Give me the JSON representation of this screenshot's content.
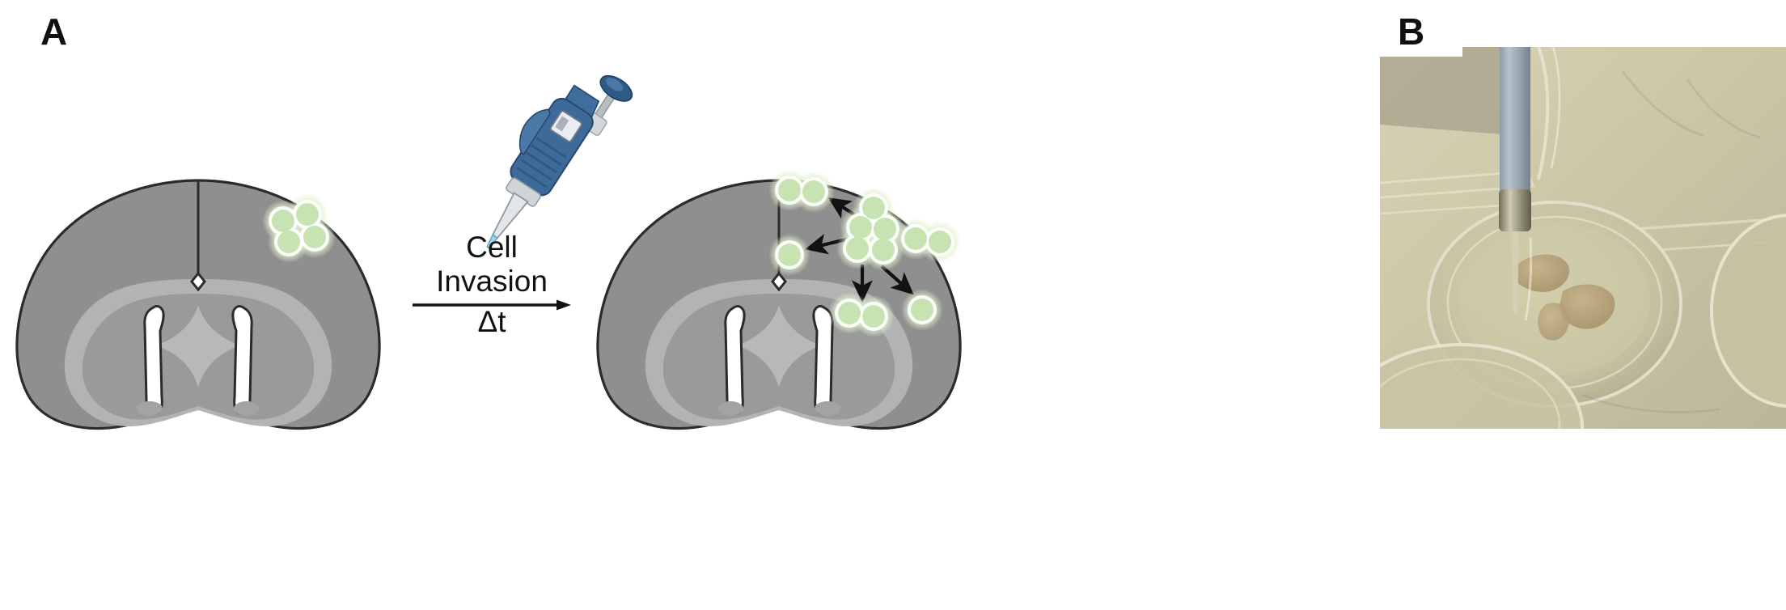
{
  "figure": {
    "panels": [
      {
        "letter": "A",
        "name": "schematic-cell-invasion",
        "process_label_line1": "Cell",
        "process_label_line2": "Invasion",
        "time_label": "Δt",
        "arrow_icon": "right-arrow-icon",
        "left_diagram": {
          "name": "coronal-brain-slice-injection",
          "structures": [
            "cortex",
            "corpus-callosum",
            "lateral-ventricle-left",
            "lateral-ventricle-right",
            "thalamus",
            "third-ventricle",
            "midline-fissure"
          ],
          "instrument": "micropipette",
          "cell_cluster_count": 4
        },
        "right_diagram": {
          "name": "coronal-brain-slice-invaded",
          "structures": [
            "cortex",
            "corpus-callosum",
            "lateral-ventricle-left",
            "lateral-ventricle-right",
            "thalamus",
            "third-ventricle",
            "midline-fissure"
          ],
          "central_cluster_cells": 5,
          "satellite_groups": [
            {
              "name": "cells-upper-left",
              "cells": 2
            },
            {
              "name": "cells-left",
              "cells": 1
            },
            {
              "name": "cells-lower-middle",
              "cells": 2
            },
            {
              "name": "cells-right",
              "cells": 2
            },
            {
              "name": "cells-lower-right",
              "cells": 1
            }
          ],
          "migration_arrows": 4
        }
      },
      {
        "letter": "B",
        "name": "photograph-slice-culture-injection",
        "contents": [
          "micropipette-shaft",
          "culture-dish-well",
          "brain-slice-tissue",
          "culture-medium"
        ]
      }
    ]
  },
  "colors": {
    "cortex_gray": "#8f8f8f",
    "corpus_callosum_gray": "#b3b3b3",
    "thalamus_gray": "#a6a6a6",
    "inner_gray": "#9a9a9a",
    "ventricle_white": "#ffffff",
    "outline_black": "#2b2b2b",
    "cell_green": "#c8e3b2",
    "cell_glow_green": "#ddf0cc",
    "pipette_blue": "#3d6a99",
    "pipette_blue_dark": "#27486e",
    "pipette_tip_blue": "#9fd6e8",
    "pipette_silver": "#cfd4d8",
    "arrow_black": "#121212",
    "photo_medium": "#c9c7a8",
    "photo_tissue": "#b9a57e",
    "background": "#ffffff"
  }
}
